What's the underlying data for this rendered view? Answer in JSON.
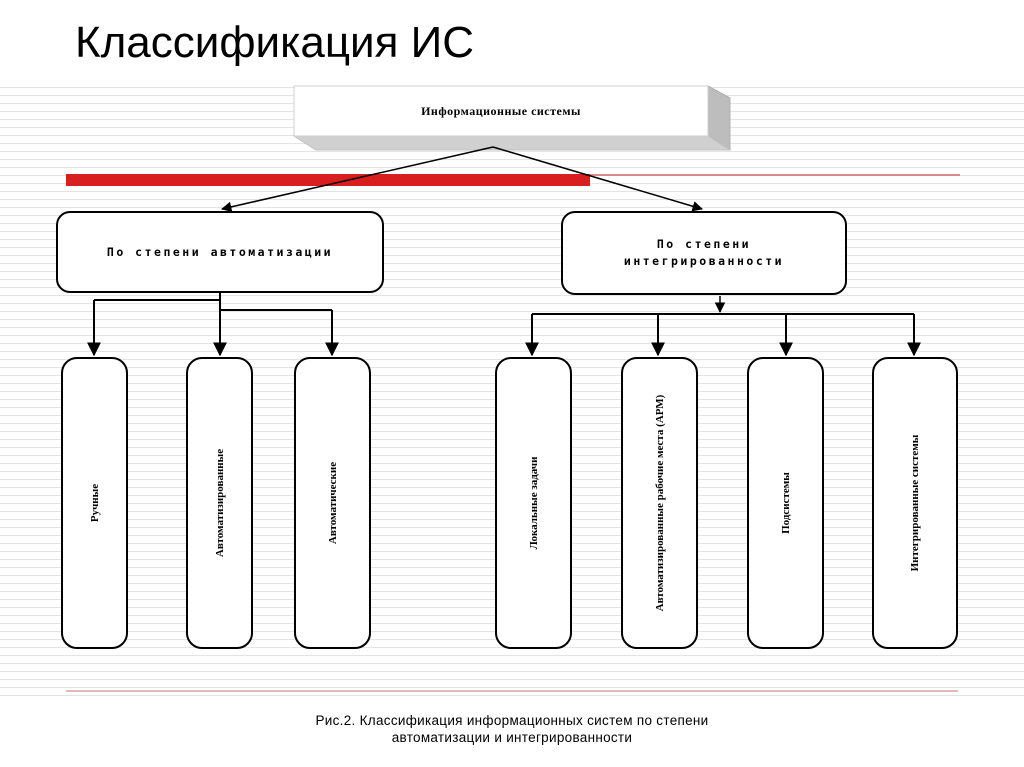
{
  "slide": {
    "title": "Классификация ИС"
  },
  "diagram": {
    "root": "Информационные системы",
    "categories": [
      {
        "label": "По степени автоматизации",
        "items": [
          "Ручные",
          "Автоматизированные",
          "Автоматические"
        ]
      },
      {
        "label": "По степени интегрированности",
        "items": [
          "Локальные задачи",
          "Автоматизированные рабочие места (АРМ)",
          "Подсистемы",
          "Интегрированные системы"
        ]
      }
    ]
  },
  "caption": {
    "line1": "Рис.2. Классификация информационных систем по степени",
    "line2": "автоматизации и интегрированности"
  },
  "colors": {
    "accent": "#d81e1e",
    "box_shadow": "#c8c8c8",
    "border": "#000000"
  }
}
